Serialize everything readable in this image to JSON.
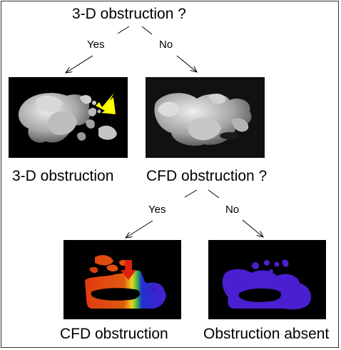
{
  "question_3d": "3-D obstruction ?",
  "question_cfd": "CFD obstruction ?",
  "yes_label_1": "Yes",
  "no_label_1": "No",
  "yes_label_2": "Yes",
  "no_label_2": "No",
  "result_3d": "3-D obstruction",
  "result_cfd": "CFD obstruction",
  "result_absent": "Obstruction absent",
  "colors": {
    "highlight_arrow_3d": "#ffff00",
    "highlight_arrow_cfd": "#e02010",
    "airway_gray": "#c8c8c8",
    "cfd_red": "#e04010",
    "cfd_purple": "#4a1fd0"
  }
}
